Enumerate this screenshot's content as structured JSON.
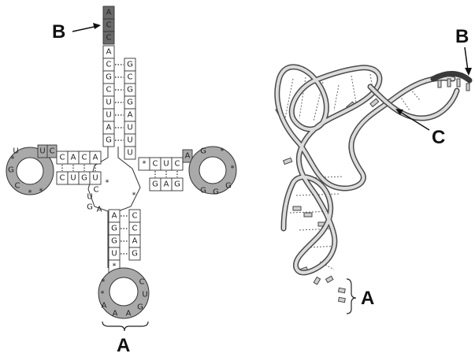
{
  "labels": {
    "b_left": "B",
    "a_left": "A",
    "b_right": "B",
    "c_right": "C",
    "a_right": "A"
  },
  "acceptor_tail": [
    "A",
    "C",
    "C"
  ],
  "acceptor_stem": {
    "left": [
      "A",
      "C",
      "G",
      "C",
      "U",
      "U",
      "A",
      "G"
    ],
    "right": [
      "G",
      "C",
      "G",
      "G",
      "A",
      "U",
      "U",
      "U"
    ]
  },
  "d_arm": {
    "top": [
      "C",
      "A",
      "C",
      "A"
    ],
    "bottom": [
      "C",
      "U",
      "G",
      "U"
    ],
    "loop": [
      "U",
      "C",
      "G",
      "C"
    ]
  },
  "t_arm": {
    "top": [
      "C",
      "U",
      "C"
    ],
    "bottom": [
      "G",
      "A",
      "G"
    ],
    "loop": [
      "A",
      "G",
      "G",
      "G",
      "G"
    ]
  },
  "anticodon_arm": {
    "left": [
      "A",
      "G",
      "G",
      "U"
    ],
    "right": [
      "C",
      "C",
      "A",
      "G"
    ],
    "loop": [
      "A",
      "A",
      "A",
      "G",
      "U",
      "C"
    ]
  },
  "variable_region": [
    "U",
    "C",
    "G",
    "A"
  ],
  "colors": {
    "modified_base_fill": "#a9a9a9",
    "acceptor_tail_fill": "#6a6a6a",
    "ribbon_edge": "#4a4a4a",
    "ribbon_fill": "#dcdcdc"
  }
}
